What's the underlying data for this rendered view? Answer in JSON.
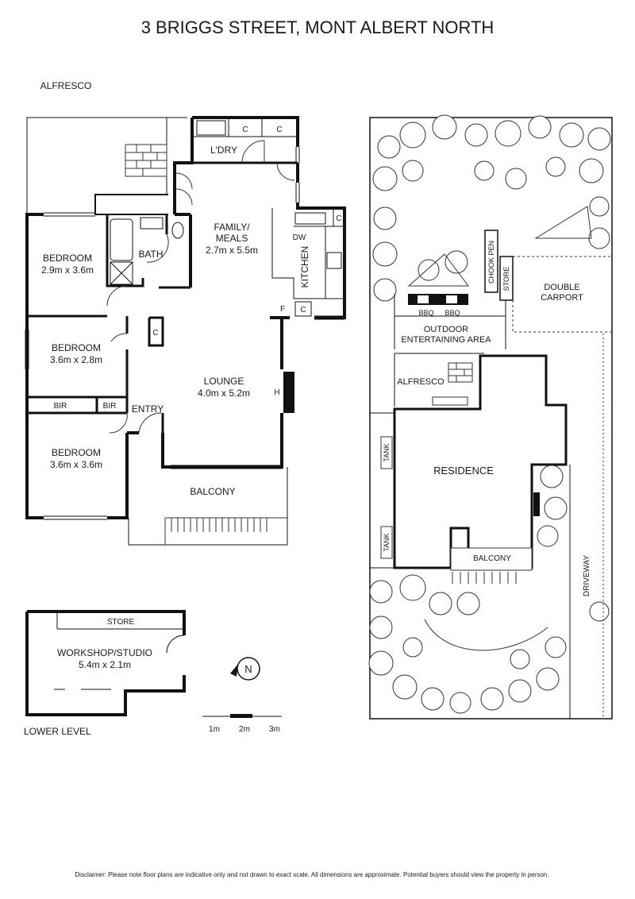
{
  "title": "3 BRIGGS STREET, MONT ALBERT NORTH",
  "floorplan": {
    "alfresco": "ALFRESCO",
    "laundry": "L'DRY",
    "cupboard": "C",
    "family_meals_line1": "FAMILY/",
    "family_meals_line2": "MEALS",
    "family_meals_dims": "2.7m x 5.5m",
    "kitchen": "KITCHEN",
    "dishwasher": "DW",
    "fridge": "F",
    "bath": "BATH",
    "bedroom1": "BEDROOM",
    "bedroom1_dims": "2.9m x 3.6m",
    "bedroom2": "BEDROOM",
    "bedroom2_dims": "3.6m x 2.8m",
    "bedroom3": "BEDROOM",
    "bedroom3_dims": "3.6m x 3.6m",
    "bir": "BIR",
    "entry": "ENTRY",
    "lounge": "LOUNGE",
    "lounge_dims": "4.0m x 5.2m",
    "heater": "H",
    "balcony": "BALCONY"
  },
  "lower_level": {
    "store": "STORE",
    "workshop": "WORKSHOP/STUDIO",
    "workshop_dims": "5.4m x 2.1m",
    "label": "LOWER LEVEL"
  },
  "siteplan": {
    "chook_pen": "CHOOK PEN",
    "store": "STORE",
    "carport_line1": "DOUBLE",
    "carport_line2": "CARPORT",
    "bbq1": "BBQ",
    "bbq2": "BBQ",
    "outdoor_line1": "OUTDOOR",
    "outdoor_line2": "ENTERTAINING AREA",
    "alfresco": "ALFRESCO",
    "residence": "RESIDENCE",
    "tank1": "TANK",
    "tank2": "TANK",
    "balcony": "BALCONY",
    "driveway": "DRIVEWAY"
  },
  "compass": "N",
  "scale": {
    "labels": [
      "1m",
      "2m",
      "3m"
    ]
  },
  "disclaimer": "Disclaimer: Please note floor plans are indicative only and not drawn to exact scale. All dimensions are approximate. Potential buyers should view the property in person."
}
